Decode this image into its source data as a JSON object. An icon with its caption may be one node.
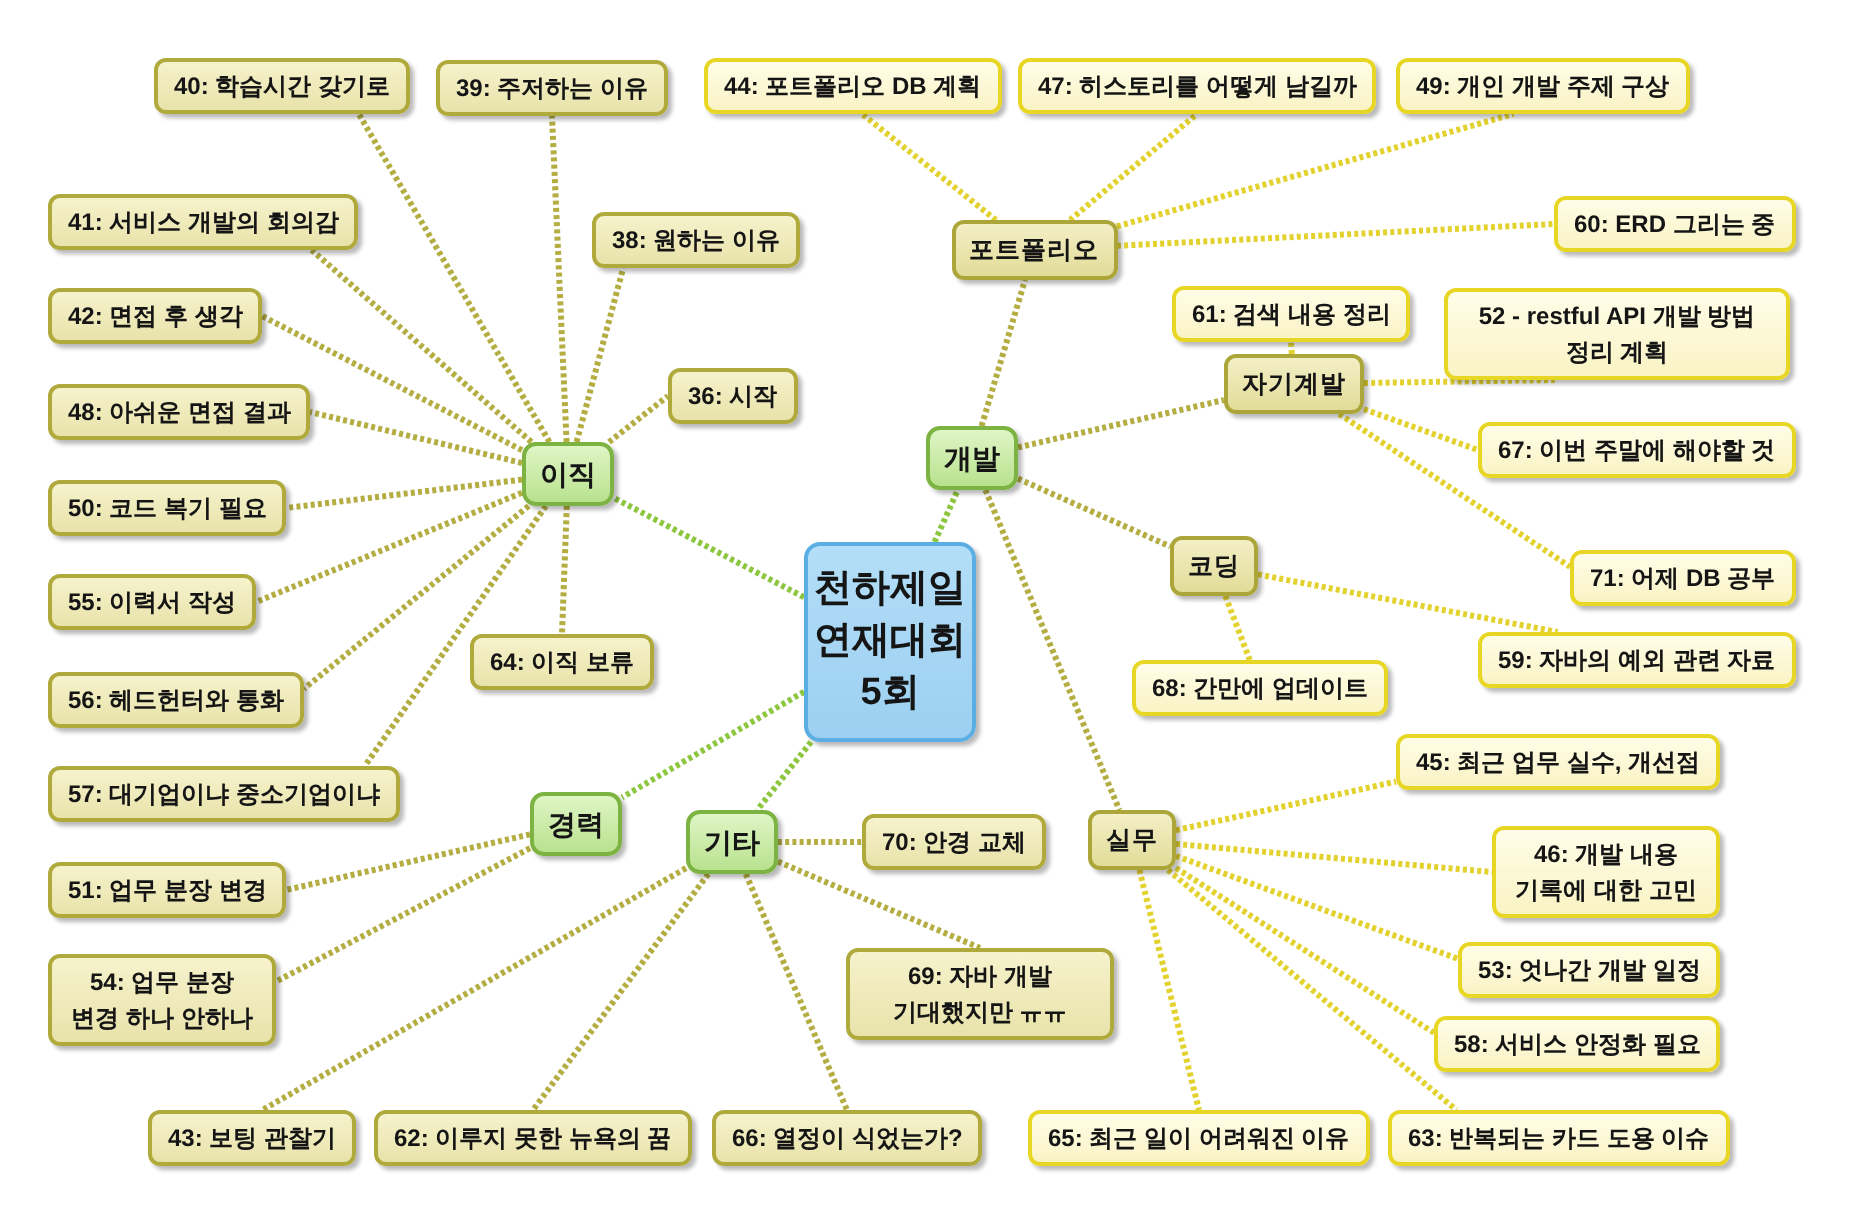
{
  "diagram": {
    "nodes": [
      {
        "text": [
          "천하제일 연재대회 5회"
        ]
      },
      {
        "text": [
          "이직"
        ]
      },
      {
        "text": [
          "개발"
        ]
      },
      {
        "text": [
          "경력"
        ]
      },
      {
        "text": [
          "기타"
        ]
      },
      {
        "text": [
          "포트폴리오"
        ]
      },
      {
        "text": [
          "자기계발"
        ]
      },
      {
        "text": [
          "코딩"
        ]
      },
      {
        "text": [
          "실무"
        ]
      },
      {
        "text": [
          "40: 학습시간 갖기로"
        ]
      },
      {
        "text": [
          "39: 주저하는 이유"
        ]
      },
      {
        "text": [
          "38: 원하는 이유"
        ]
      },
      {
        "text": [
          "36: 시작"
        ]
      },
      {
        "text": [
          "41: 서비스 개발의 회의감"
        ]
      },
      {
        "text": [
          "42: 면접 후 생각"
        ]
      },
      {
        "text": [
          "48: 아쉬운 면접 결과"
        ]
      },
      {
        "text": [
          "50: 코드 복기 필요"
        ]
      },
      {
        "text": [
          "55: 이력서 작성"
        ]
      },
      {
        "text": [
          "56: 헤드헌터와 통화"
        ]
      },
      {
        "text": [
          "57: 대기업이냐 중소기업이냐"
        ]
      },
      {
        "text": [
          "64: 이직 보류"
        ]
      },
      {
        "text": [
          "51: 업무 분장 변경"
        ]
      },
      {
        "text": [
          "54: 업무 분장 변경 하나 안하나"
        ]
      },
      {
        "text": [
          "43: 보팅 관찰기"
        ]
      },
      {
        "text": [
          "62: 이루지 못한 뉴욕의 꿈"
        ]
      },
      {
        "text": [
          "66: 열정이 식었는가?"
        ]
      },
      {
        "text": [
          "70: 안경 교체"
        ]
      },
      {
        "text": [
          "69: 자바 개발 기대했지만 ㅠㅠ"
        ]
      },
      {
        "text": [
          "44: 포트폴리오 DB 계획"
        ]
      },
      {
        "text": [
          "47: 히스토리를 어떻게 남길까"
        ]
      },
      {
        "text": [
          "49: 개인 개발 주제 구상"
        ]
      },
      {
        "text": [
          "60: ERD 그리는 중"
        ]
      },
      {
        "text": [
          "61: 검색 내용 정리"
        ]
      },
      {
        "text": [
          "52 - restful API 개발 방법 정리 계획"
        ]
      },
      {
        "text": [
          "67: 이번 주말에 해야할 것"
        ]
      },
      {
        "text": [
          "71: 어제 DB 공부"
        ]
      },
      {
        "text": [
          "59: 자바의 예외 관련 자료"
        ]
      },
      {
        "text": [
          "68: 간만에 업데이트"
        ]
      },
      {
        "text": [
          "45: 최근 업무 실수, 개선점"
        ]
      },
      {
        "text": [
          "46: 개발 내용 기록에 대한 고민"
        ]
      },
      {
        "text": [
          "53: 엇나간 개발 일정"
        ]
      },
      {
        "text": [
          "58: 서비스 안정화 필요"
        ]
      },
      {
        "text": [
          "63: 반복되는 카드 도용 이슈"
        ]
      },
      {
        "text": [
          "65: 최근 일이 어려워진 이유"
        ]
      }
    ],
    "edges": [
      {
        "from": 0,
        "to": 1,
        "arrow": "none",
        "color": "#8dc63f"
      },
      {
        "from": 0,
        "to": 2,
        "arrow": "none",
        "color": "#8dc63f"
      },
      {
        "from": 0,
        "to": 3,
        "arrow": "none",
        "color": "#8dc63f"
      },
      {
        "from": 0,
        "to": 4,
        "arrow": "none",
        "color": "#8dc63f"
      },
      {
        "from": 2,
        "to": 5,
        "arrow": "none"
      },
      {
        "from": 2,
        "to": 6,
        "arrow": "none"
      },
      {
        "from": 2,
        "to": 7,
        "arrow": "none"
      },
      {
        "from": 2,
        "to": 8,
        "arrow": "none"
      },
      {
        "from": 1,
        "to": 9,
        "arrow": "none"
      },
      {
        "from": 1,
        "to": 10,
        "arrow": "none"
      },
      {
        "from": 1,
        "to": 11,
        "arrow": "none"
      },
      {
        "from": 1,
        "to": 12,
        "arrow": "none"
      },
      {
        "from": 1,
        "to": 13,
        "arrow": "none"
      },
      {
        "from": 1,
        "to": 14,
        "arrow": "none"
      },
      {
        "from": 1,
        "to": 15,
        "arrow": "none"
      },
      {
        "from": 1,
        "to": 16,
        "arrow": "none"
      },
      {
        "from": 1,
        "to": 17,
        "arrow": "none"
      },
      {
        "from": 1,
        "to": 18,
        "arrow": "none"
      },
      {
        "from": 1,
        "to": 19,
        "arrow": "none"
      },
      {
        "from": 1,
        "to": 20,
        "arrow": "none"
      },
      {
        "from": 3,
        "to": 21,
        "arrow": "none"
      },
      {
        "from": 3,
        "to": 22,
        "arrow": "none"
      },
      {
        "from": 4,
        "to": 23,
        "arrow": "none"
      },
      {
        "from": 4,
        "to": 24,
        "arrow": "none"
      },
      {
        "from": 4,
        "to": 25,
        "arrow": "none"
      },
      {
        "from": 4,
        "to": 26,
        "arrow": "none"
      },
      {
        "from": 4,
        "to": 27,
        "arrow": "none"
      },
      {
        "from": 5,
        "to": 28,
        "arrow": "none",
        "color": "#e3d22e"
      },
      {
        "from": 5,
        "to": 29,
        "arrow": "none",
        "color": "#e3d22e"
      },
      {
        "from": 5,
        "to": 30,
        "arrow": "none",
        "color": "#e3d22e"
      },
      {
        "from": 5,
        "to": 31,
        "arrow": "none",
        "color": "#e3d22e"
      },
      {
        "from": 6,
        "to": 32,
        "arrow": "none",
        "color": "#e3d22e"
      },
      {
        "from": 6,
        "to": 33,
        "arrow": "none",
        "color": "#e3d22e"
      },
      {
        "from": 6,
        "to": 34,
        "arrow": "none",
        "color": "#e3d22e"
      },
      {
        "from": 6,
        "to": 35,
        "arrow": "none",
        "color": "#e3d22e"
      },
      {
        "from": 7,
        "to": 36,
        "arrow": "none",
        "color": "#e3d22e"
      },
      {
        "from": 7,
        "to": 37,
        "arrow": "none",
        "color": "#e3d22e"
      },
      {
        "from": 8,
        "to": 38,
        "arrow": "none",
        "color": "#e3d22e"
      },
      {
        "from": 8,
        "to": 39,
        "arrow": "none",
        "color": "#e3d22e"
      },
      {
        "from": 8,
        "to": 40,
        "arrow": "none",
        "color": "#e3d22e"
      },
      {
        "from": 8,
        "to": 41,
        "arrow": "none",
        "color": "#e3d22e"
      },
      {
        "from": 8,
        "to": 42,
        "arrow": "none",
        "color": "#e3d22e"
      },
      {
        "from": 8,
        "to": 43,
        "arrow": "none",
        "color": "#e3d22e"
      }
    ]
  }
}
